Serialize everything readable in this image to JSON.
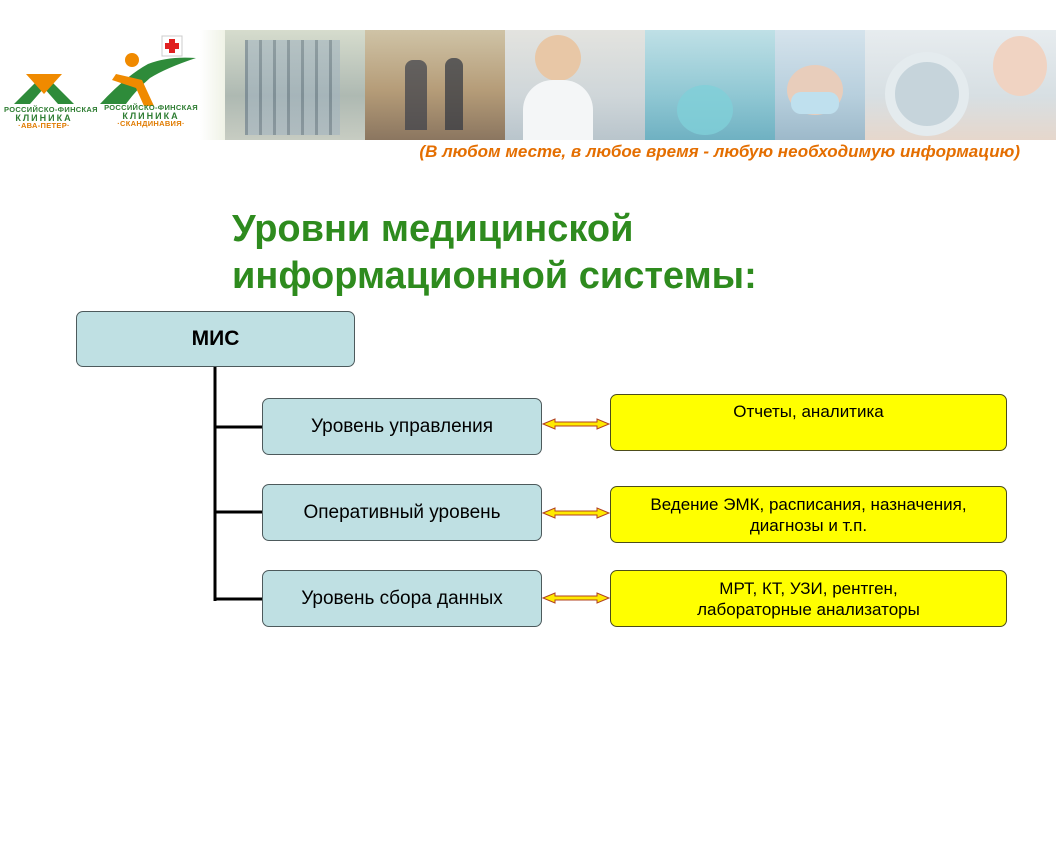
{
  "header": {
    "logo_left": {
      "line1": "РОССИЙСКО-ФИНСКАЯ",
      "line2": "КЛИНИКА",
      "line3": "·АВА-ПЕТЕР·"
    },
    "logo_right": {
      "line1": "РОССИЙСКО-ФИНСКАЯ",
      "line2": "КЛИНИКА",
      "line3": "·СКАНДИНАВИЯ·"
    },
    "tagline": "В любом месте, в любое время - любую необходимую информацию"
  },
  "title": {
    "line1": "Уровни медицинской",
    "line2": "информационной системы:"
  },
  "diagram": {
    "root": "МИС",
    "levels": [
      {
        "label": "Уровень управления",
        "desc_lines": [
          "Отчеты, аналитика"
        ]
      },
      {
        "label": "Оперативный уровень",
        "desc_lines": [
          "Ведение ЭМК, расписания, назначения,",
          "диагнозы и т.п."
        ]
      },
      {
        "label": "Уровень сбора данных",
        "desc_lines": [
          "МРТ, КТ, УЗИ, рентген,",
          "лабораторные анализаторы"
        ]
      }
    ]
  },
  "colors": {
    "title": "#2e8b1e",
    "tagline": "#e46e00",
    "level_box": "#bfe0e3",
    "desc_box": "#ffff00"
  }
}
